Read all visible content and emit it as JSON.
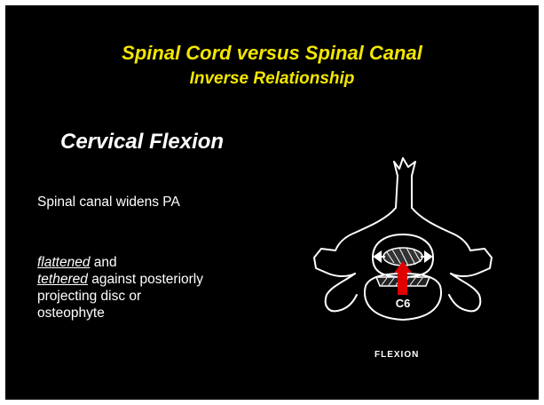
{
  "slide": {
    "title": "Spinal Cord versus Spinal Canal",
    "subtitle": "Inverse Relationship",
    "heading": "Cervical Flexion",
    "point1": "Spinal canal widens PA",
    "point2": {
      "word_flattened": "flattened",
      "text_and": "and",
      "word_tethered": "tethered",
      "line2_rest": "against posteriorly",
      "line3": "projecting disc or",
      "line4": "osteophyte"
    }
  },
  "figure": {
    "level_label": "C6",
    "caption": "FLEXION",
    "arrow_color": "#e00000"
  }
}
